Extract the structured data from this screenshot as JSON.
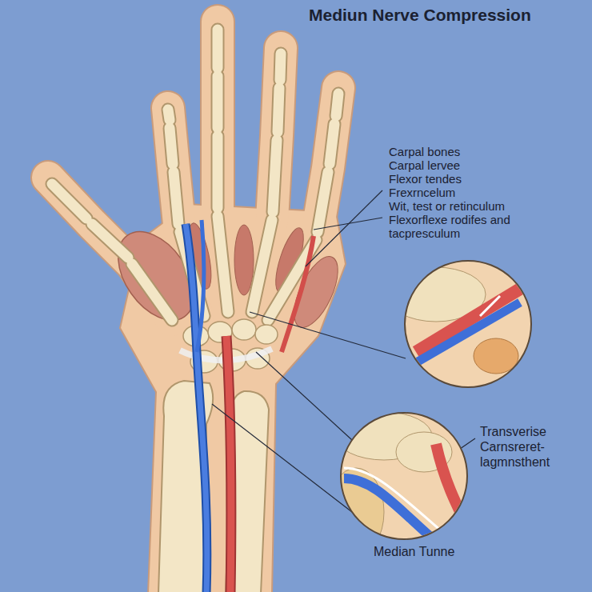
{
  "diagram": {
    "title": "Mediun Nerve Compression",
    "labels": [
      "Carpal bones",
      "Carpal lervee",
      "Flexor tendes",
      "Frexrncelum",
      "Wit, test or retinculum",
      "Flexorflexe rodifes and tacpresculum",
      "Transverise Carnsreret- lagmnsthent",
      "Median Tunne"
    ]
  }
}
